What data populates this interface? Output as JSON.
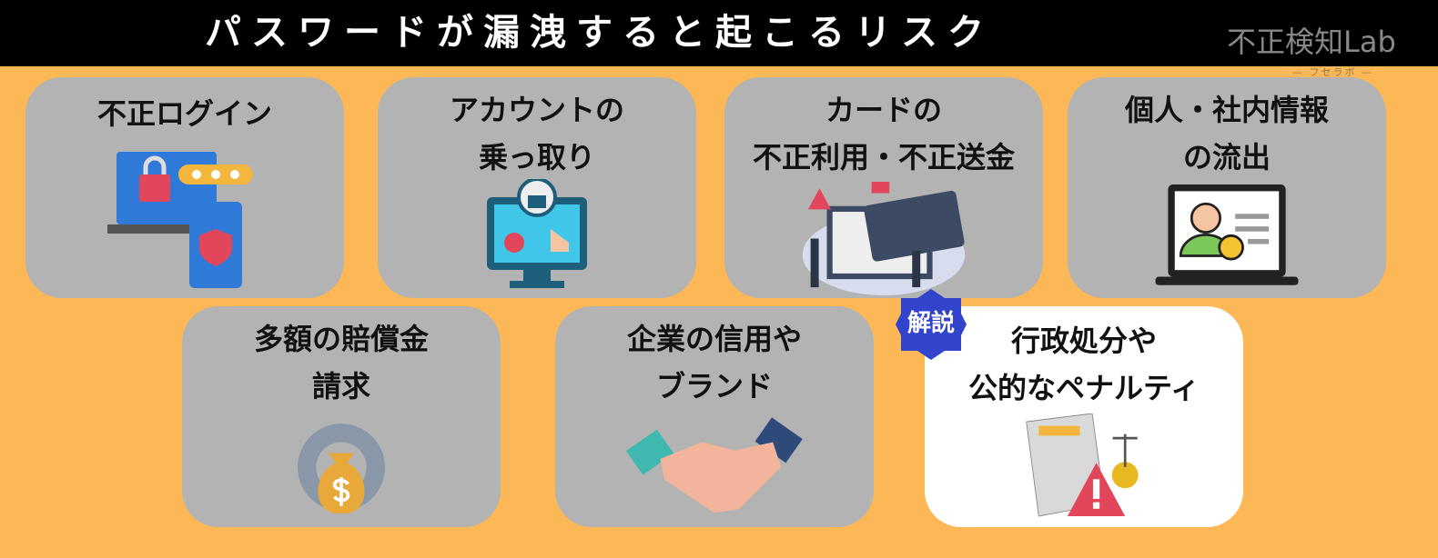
{
  "header": {
    "title": "パスワードが漏洩すると起こるリスク",
    "logo": "不正検知Lab",
    "logo_sub": "— フセラボ —"
  },
  "cards": [
    {
      "label": "不正ログイン",
      "icon": "laptop-phone-lock-icon"
    },
    {
      "label": "アカウントの\n乗っ取り",
      "icon": "monitor-lock-icon"
    },
    {
      "label": "カードの\n不正利用・不正送金",
      "icon": "credit-card-fraud-icon"
    },
    {
      "label": "個人・社内情報\nの流出",
      "icon": "leaked-profile-icon"
    },
    {
      "label": "多額の賠償金\n請求",
      "icon": "money-bag-gear-icon"
    },
    {
      "label": "企業の信用や\nブランド",
      "icon": "handshake-icon"
    },
    {
      "label": "行政処分や\n公的なペナルティ",
      "icon": "document-warning-icon"
    }
  ],
  "badge": {
    "label": "解説",
    "color": "#3344cc"
  }
}
